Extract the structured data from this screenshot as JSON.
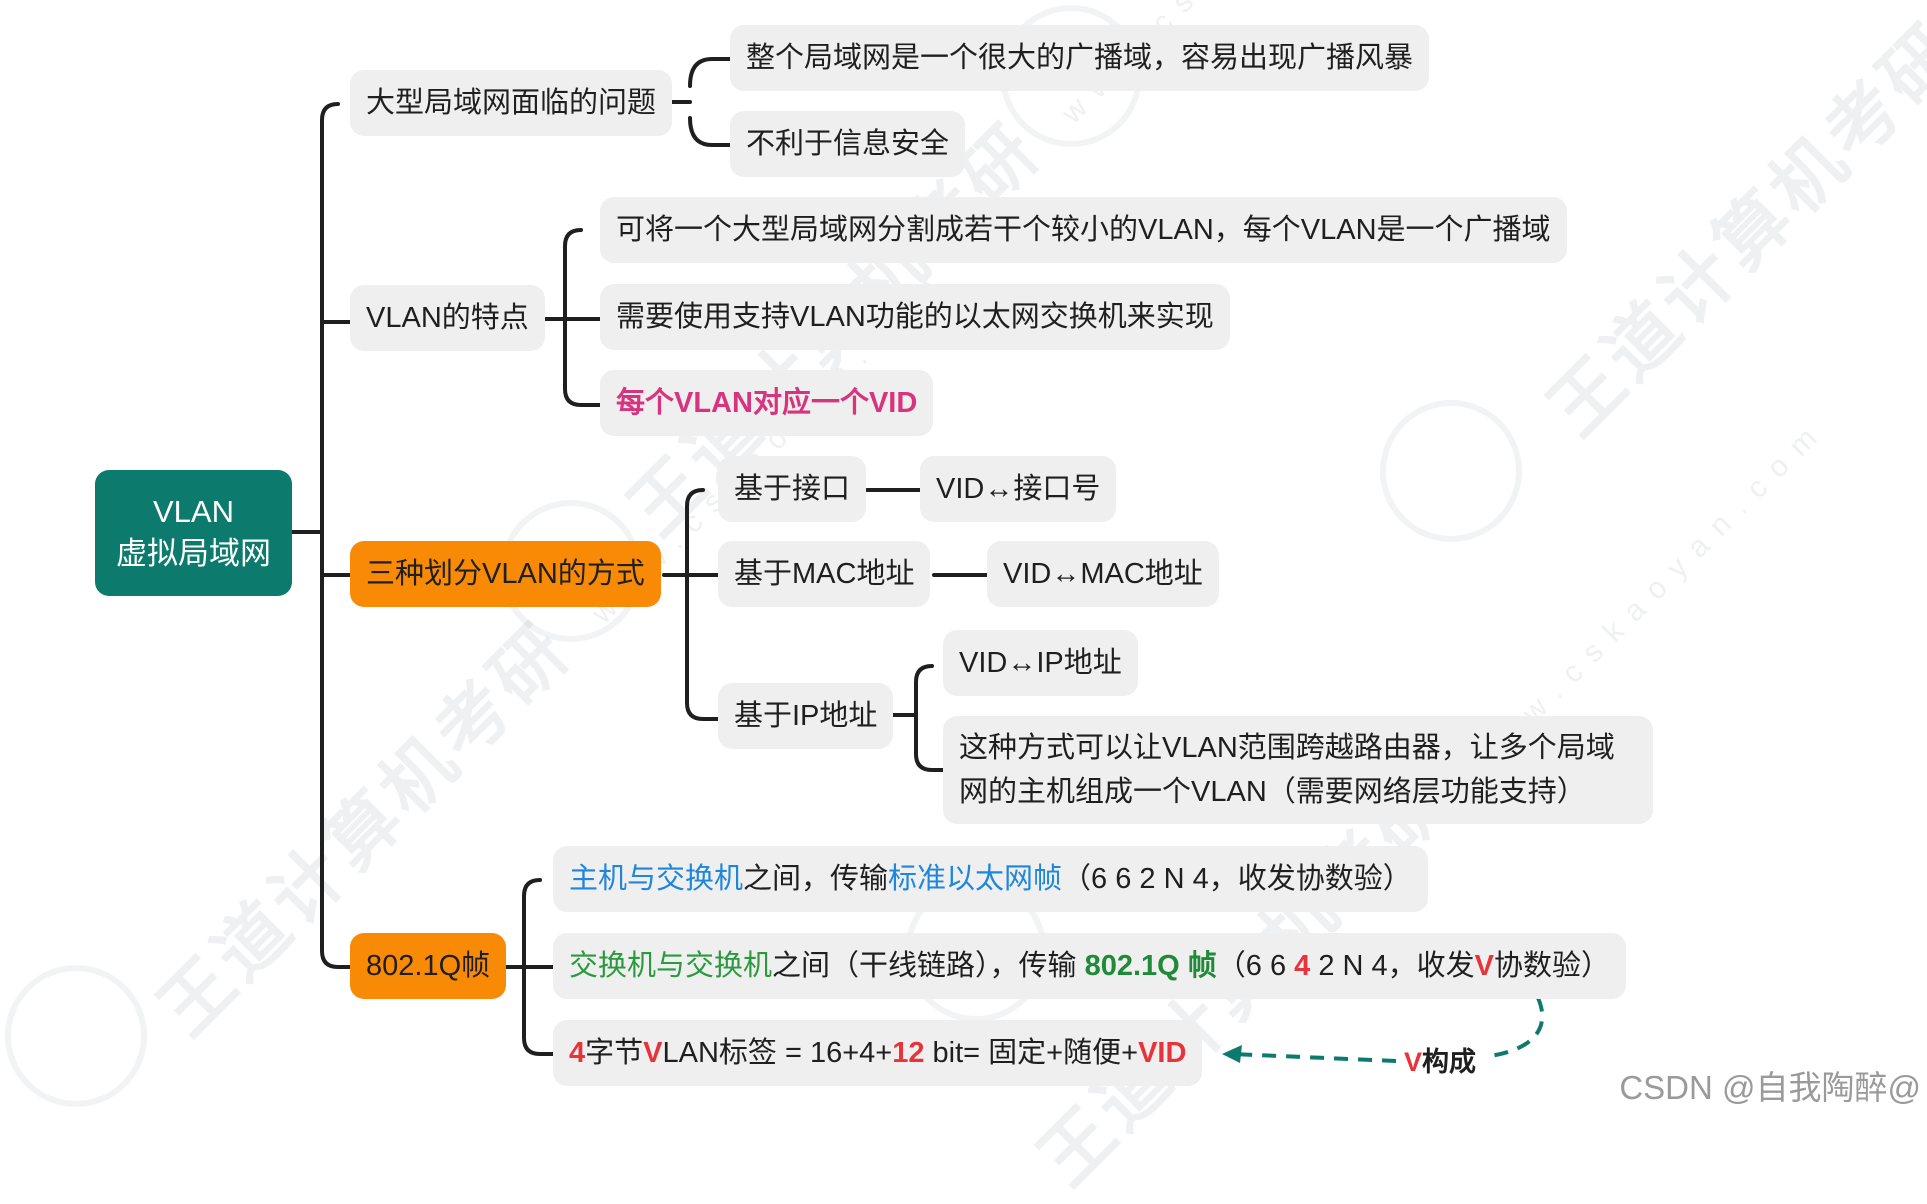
{
  "root": {
    "line1": "VLAN",
    "line2": "虚拟局域网",
    "color": "#0d7a6e"
  },
  "branches": {
    "problems": {
      "label": "大型局域网面临的问题",
      "items": [
        "整个局域网是一个很大的广播域，容易出现广播风暴",
        "不利于信息安全"
      ]
    },
    "features": {
      "label": "VLAN的特点",
      "items": [
        "可将一个大型局域网分割成若干个较小的VLAN，每个VLAN是一个广播域",
        "需要使用支持VLAN功能的以太网交换机来实现",
        "每个VLAN对应一个VID"
      ]
    },
    "methods": {
      "label": "三种划分VLAN的方式",
      "color": "#f98a06",
      "port": {
        "label": "基于接口",
        "result": "VID↔接口号"
      },
      "mac": {
        "label": "基于MAC地址",
        "result": "VID↔MAC地址"
      },
      "ip": {
        "label": "基于IP地址",
        "result": "VID↔IP地址",
        "note": "这种方式可以让VLAN范围跨越路由器，让多个局域网的主机组成一个VLAN（需要网络层功能支持）"
      }
    },
    "frame": {
      "label": "802.1Q帧",
      "color": "#f98a06",
      "host": {
        "a": "主机与交换机",
        "b": "之间，传输",
        "c": "标准以太网帧",
        "d": "（6 6 2 N 4，收发协数验）"
      },
      "trunk": {
        "a": "交换机与交换机",
        "b": "之间（干线链路），传输 ",
        "c": "802.1Q 帧",
        "d": "（6 6 ",
        "e": "4",
        "f": " 2 N 4，收发",
        "g": "V",
        "h": "协数验）"
      },
      "tag": {
        "a": "4",
        "b": "字节",
        "c": "V",
        "d": "LAN标签 = 16+4+",
        "e": "12",
        "f": " bit= 固定+随便+",
        "g": "VID"
      },
      "annotation": {
        "v": "V",
        "text": "构成"
      }
    }
  },
  "watermark": {
    "brand": "王道计算机考研",
    "url": "www.cskaoyan.com"
  },
  "credit": "CSDN @自我陶醉@",
  "colors": {
    "red": "#e8333b",
    "blue": "#1e86db",
    "green": "#2b9a3f",
    "magenta": "#d8347e",
    "line": "#1f1f1f",
    "arrow": "#0d7a6e"
  }
}
